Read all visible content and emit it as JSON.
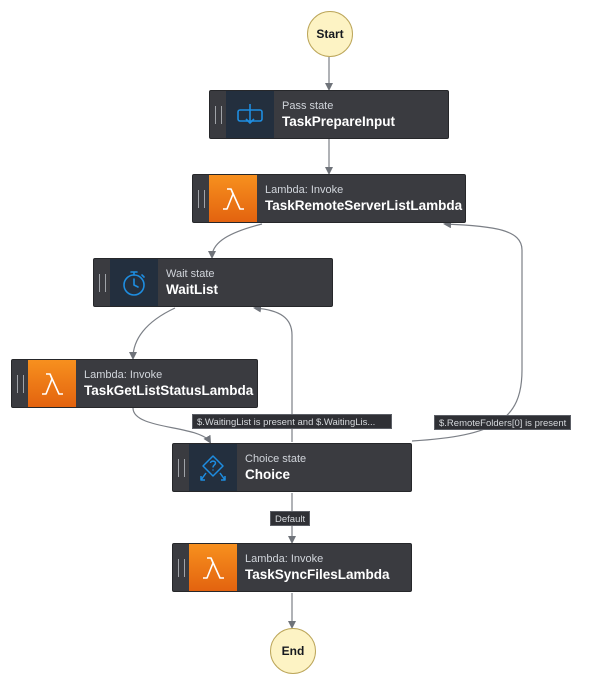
{
  "terminals": {
    "start": "Start",
    "end": "End"
  },
  "states": {
    "prepare": {
      "kind": "Pass state",
      "title": "TaskPrepareInput",
      "icon": "pass-state-icon"
    },
    "remote_list": {
      "kind": "Lambda: Invoke",
      "title": "TaskRemoteServerListLambda",
      "icon": "lambda-icon"
    },
    "wait": {
      "kind": "Wait state",
      "title": "WaitList",
      "icon": "stopwatch-icon"
    },
    "get_status": {
      "kind": "Lambda: Invoke",
      "title": "TaskGetListStatusLambda",
      "icon": "lambda-icon"
    },
    "choice": {
      "kind": "Choice state",
      "title": "Choice",
      "icon": "choice-state-icon"
    },
    "sync": {
      "kind": "Lambda: Invoke",
      "title": "TaskSyncFilesLambda",
      "icon": "lambda-icon"
    }
  },
  "edge_labels": {
    "waiting": "$.WaitingList is present and $.WaitingLis...",
    "remote": "$.RemoteFolders[0] is present",
    "default": "Default"
  },
  "colors": {
    "state_bg": "#3a3b40",
    "terminal_fill": "#fdf3c4",
    "lambda_orange": "#f7901e",
    "icon_blue": "#1e8de0",
    "edge": "#7b7f86"
  }
}
